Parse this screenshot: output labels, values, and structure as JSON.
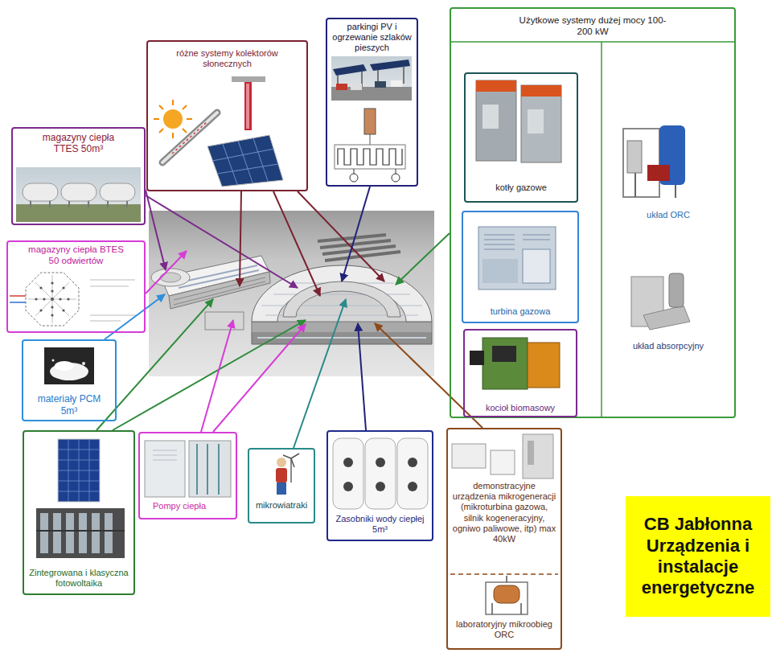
{
  "diagram": {
    "nodes": [
      {
        "text": [
          "różne systemy kolektorów słonecznych"
        ]
      },
      {
        "text": [
          "parkingi PV i ogrzewanie szlaków pieszych"
        ]
      },
      {
        "text": [
          "Użytkowe systemy dużej mocy 100-200 kW",
          "układ ORC",
          "układ absorpcyjny"
        ]
      },
      {
        "text": [
          "kotły gazowe"
        ],
        "in": 2
      },
      {
        "text": [
          "turbina gazowa"
        ],
        "in": 2
      },
      {
        "text": [
          "kocioł biomasowy"
        ],
        "in": 2
      },
      {
        "text": [
          "magazyny ciepła TTES 50m³"
        ]
      },
      {
        "text": [
          "magazyny ciepła BTES 50 odwiertów"
        ]
      },
      {
        "text": [
          "materiały PCM 5m³"
        ]
      },
      {
        "text": [
          "Zintegrowana i klasyczna fotowoltaika"
        ]
      },
      {
        "text": [
          "Pompy ciepła"
        ]
      },
      {
        "text": [
          "mikrowiatraki"
        ]
      },
      {
        "text": [
          "Zasobniki wody ciepłej 5m³"
        ]
      },
      {
        "text": [
          "demonstracyjne urządzenia mikrogeneracji (mikroturbina gazowa, silnik kogeneracyjny, ogniwo paliwowe, itp) max 40kW",
          "laboratoryjny mikroobieg ORC"
        ]
      },
      {
        "text": [
          "CB Jabłonna Urządzenia i instalacje energetyczne"
        ]
      }
    ]
  }
}
